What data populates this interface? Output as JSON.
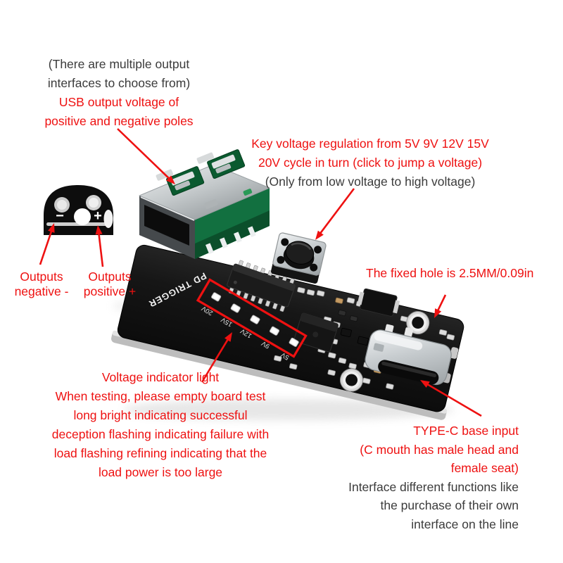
{
  "colors": {
    "background": "#ffffff",
    "annotation_red": "#ee1111",
    "annotation_black": "#3b3b3b",
    "pcb_black": "#141414",
    "pcb_edge_silver": "#bdbdbd",
    "usb_base_green": "#127040",
    "metal_silver": "#d6d9db",
    "led_box_red": "#ee1111"
  },
  "callouts": {
    "usb_output": {
      "black_line1": "(There are multiple output",
      "black_line2": "interfaces to choose from)",
      "red_line1": "USB output voltage of",
      "red_line2": "positive and negative poles"
    },
    "key_voltage": {
      "red_line1": "Key voltage regulation from 5V 9V 12V 15V",
      "red_line2": "20V cycle in turn (click to jump a voltage)",
      "black_line1": "(Only from low voltage to high voltage)"
    },
    "outputs_negative": {
      "line1": "Outputs",
      "line2": "negative -"
    },
    "outputs_positive": {
      "line1": "Outputs",
      "line2": "positive +"
    },
    "fixed_hole": {
      "text": "The fixed hole is 2.5MM/0.09in"
    },
    "voltage_indicator": {
      "line1": "Voltage indicator light",
      "line2": "When testing, please empty board test",
      "line3": "long bright indicating successful",
      "line4": "deception flashing indicating failure with",
      "line5": "load flashing refining indicating that the",
      "line6": "load power is too large"
    },
    "type_c": {
      "red_line1": "TYPE-C base input",
      "red_line2": "(C mouth has male head and",
      "red_line3": "female seat)",
      "black_line1": "Interface different functions like",
      "black_line2": "the purchase of their own",
      "black_line3": "interface on the line"
    }
  },
  "board": {
    "silkscreen_label": "PD TRIGGER",
    "led_labels": [
      "20V",
      "15V",
      "12V",
      "9V",
      "5V"
    ],
    "polarity_minus": "−",
    "polarity_plus": "+"
  }
}
